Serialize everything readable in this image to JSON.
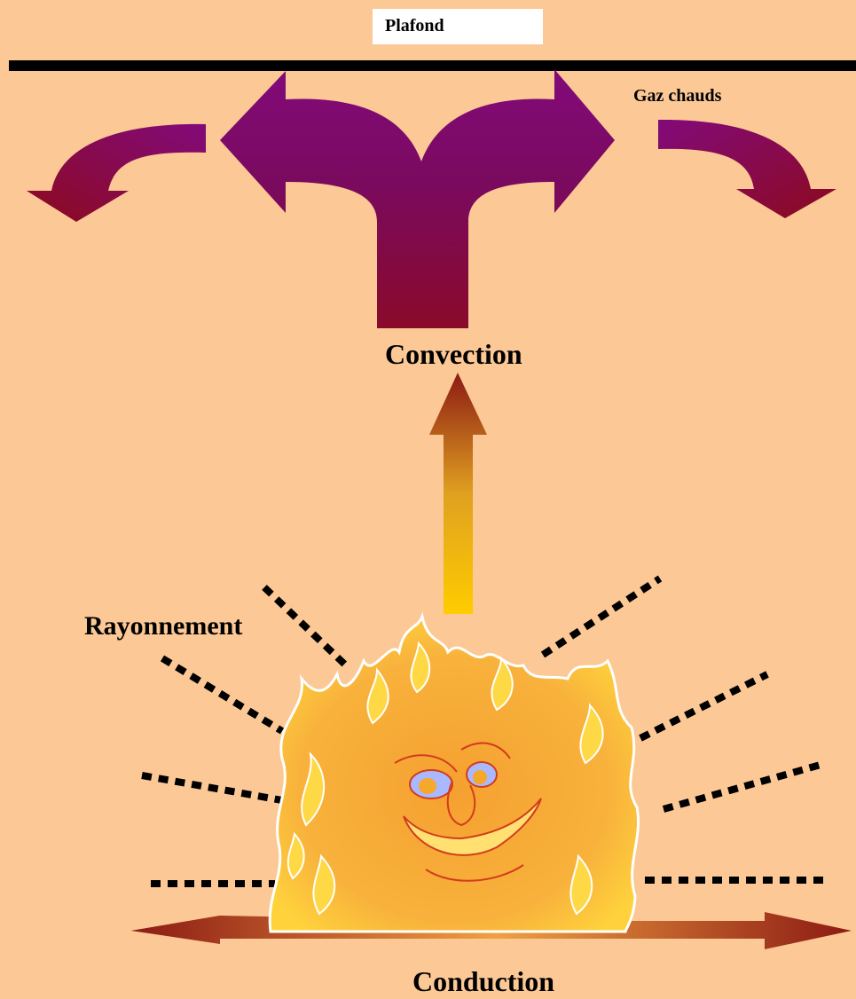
{
  "labels": {
    "ceiling": "Plafond",
    "hot_gases": "Gaz chauds",
    "convection": "Convection",
    "radiation": "Rayonnement",
    "conduction": "Conduction"
  },
  "colors": {
    "background": "#fcc896",
    "ceiling_line": "#000000",
    "arrow_purple": "#820a78",
    "arrow_dark_red": "#8c0a28",
    "flame_orange": "#f5a02d",
    "flame_yellow": "#ffd23c",
    "radiation_dash": "#000000"
  }
}
